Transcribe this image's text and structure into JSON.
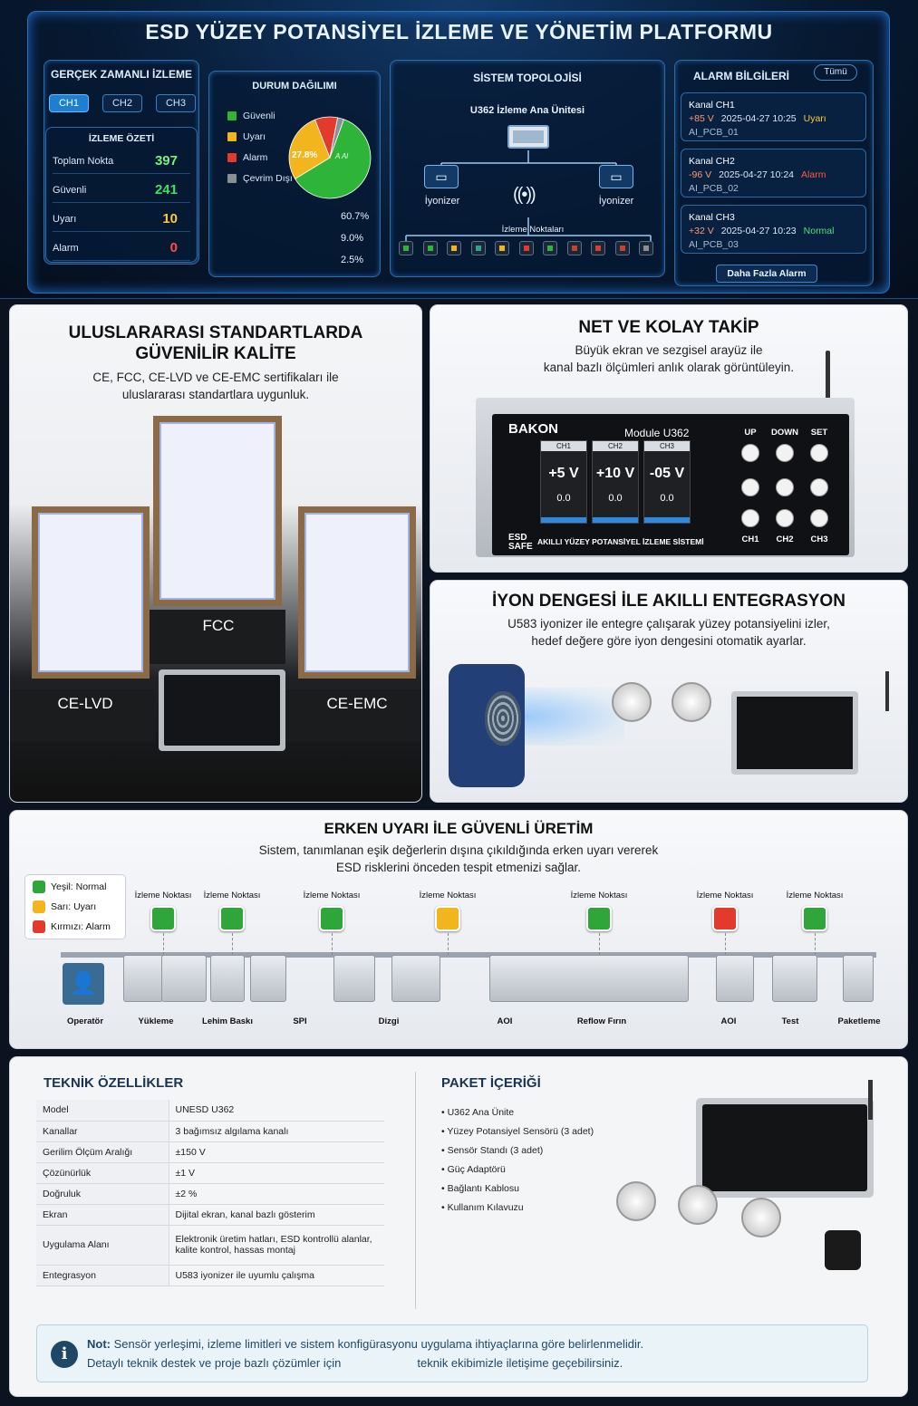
{
  "dashboard": {
    "title": "ESD YÜZEY POTANSİYEL İZLEME VE YÖNETİM PLATFORMU",
    "realtime": {
      "title": "GERÇEK ZAMANLI İZLEME",
      "channels": [
        "CH1",
        "CH2",
        "CH3"
      ],
      "active_channel": "CH1",
      "summary_title": "İZLEME ÖZETİ",
      "rows": [
        {
          "label": "Toplam Nokta",
          "value": "397",
          "color": "#7cf07a"
        },
        {
          "label": "Güvenli",
          "value": "241",
          "color": "#3ee06a"
        },
        {
          "label": "Uyarı",
          "value": "10",
          "color": "#ffc93a"
        },
        {
          "label": "Alarm",
          "value": "0",
          "color": "#ff4b4b"
        }
      ]
    },
    "distribution": {
      "title": "DURUM DAĞILIMI",
      "legend": [
        {
          "label": "Güvenli",
          "color": "#2fb43a"
        },
        {
          "label": "Uyarı",
          "color": "#f2b51e"
        },
        {
          "label": "Alarm",
          "color": "#e23b2e"
        },
        {
          "label": "Çevrim Dışı",
          "color": "#8a8f96"
        }
      ],
      "slice_label": "27.8%",
      "center_label": "A Al",
      "percentages": [
        "60.7%",
        "9.0%",
        "2.5%"
      ],
      "slices": [
        {
          "name": "Güvenli",
          "value": 60.7
        },
        {
          "name": "Uyarı",
          "value": 27.8
        },
        {
          "name": "Alarm",
          "value": 9.0
        },
        {
          "name": "Çevrim Dışı",
          "value": 2.5
        }
      ]
    },
    "topology": {
      "title": "SİSTEM TOPOLOJİSİ",
      "main_unit": "U362 İzleme Ana Ünitesi",
      "ionizer_left": "İyonizer",
      "ionizer_right": "İyonizer",
      "points_label": "İzleme Noktaları",
      "points": [
        "#2fb43a",
        "#2fb43a",
        "#f2b51e",
        "#2aa58a",
        "#f2b51e",
        "#e23b2e",
        "#2fb43a",
        "#c8412c",
        "#e23b2e",
        "#c8412c",
        "#8a8f96"
      ]
    },
    "alarms": {
      "title": "ALARM BİLGİLERİ",
      "filter": "Tümü",
      "items": [
        {
          "channel": "Kanal CH1",
          "value": "+85 V",
          "time": "2025-04-27 10:25",
          "status": "Uyarı",
          "status_color": "#ffc93a",
          "source": "AI_PCB_01"
        },
        {
          "channel": "Kanal CH2",
          "value": "-96 V",
          "time": "2025-04-27 10:24",
          "status": "Alarm",
          "status_color": "#ff5a3a",
          "source": "AI_PCB_02"
        },
        {
          "channel": "Kanal CH3",
          "value": "+32 V",
          "time": "2025-04-27 10:23",
          "status": "Normal",
          "status_color": "#4fe07a",
          "source": "AI_PCB_03"
        }
      ],
      "more": "Daha Fazla Alarm"
    }
  },
  "cert": {
    "title1": "ULUSLARARASI STANDARTLARDA",
    "title2": "GÜVENİLİR KALİTE",
    "text1": "CE, FCC, CE-LVD ve CE-EMC sertifikaları ile",
    "text2": "uluslararası standartlara uygunluk.",
    "labels": {
      "fcc": "FCC",
      "lvd": "CE-LVD",
      "emc": "CE-EMC"
    }
  },
  "tracking": {
    "title": "NET VE KOLAY TAKİP",
    "text1": "Büyük ekran ve sezgisel arayüz ile",
    "text2": "kanal bazlı ölçümleri anlık olarak görüntüleyin.",
    "device": {
      "brand": "BAKON",
      "model": "Module U362",
      "footer": "AKILLI YÜZEY POTANSİYEL İZLEME SİSTEMİ",
      "logo": "ESD SAFE",
      "keys_top": [
        "UP",
        "DOWN",
        "SET"
      ],
      "keys_bottom": [
        "CH1",
        "CH2",
        "CH3"
      ],
      "channels": [
        {
          "name": "CH1",
          "value": "+5",
          "unit": "V",
          "sub": "0.0"
        },
        {
          "name": "CH2",
          "value": "+10",
          "unit": "V",
          "sub": "0.0"
        },
        {
          "name": "CH3",
          "value": "-05",
          "unit": "V",
          "sub": "0.0"
        }
      ]
    }
  },
  "ion": {
    "title": "İYON DENGESİ İLE AKILLI ENTEGRASYON",
    "text1": "U583 iyonizer ile entegre çalışarak yüzey potansiyelini izler,",
    "text2": "hedef değere göre iyon dengesini otomatik ayarlar."
  },
  "early": {
    "title": "ERKEN UYARI İLE GÜVENLİ ÜRETİM",
    "text1": "Sistem, tanımlanan eşik değerlerin dışına çıkıldığında erken uyarı vererek",
    "text2": "ESD risklerini önceden tespit etmenizi sağlar.",
    "legend": [
      {
        "label": "Yeşil: Normal",
        "color": "#2fa53a"
      },
      {
        "label": "Sarı: Uyarı",
        "color": "#f2b51e"
      },
      {
        "label": "Kırmızı: Alarm",
        "color": "#e23b2e"
      }
    ],
    "point_label": "İzleme Noktası",
    "points": [
      "#2fa53a",
      "#2fa53a",
      "#2fa53a",
      "#f2b51e",
      "#2fa53a",
      "#e23b2e",
      "#2fa53a"
    ],
    "stations": [
      "Operatör",
      "Yükleme",
      "Lehim Baskı",
      "SPI",
      "Dizgi",
      "AOI",
      "Reflow Fırın",
      "AOI",
      "Test",
      "Paketleme"
    ]
  },
  "specs": {
    "title": "TEKNİK ÖZELLİKLER",
    "rows": [
      [
        "Model",
        "UNESD U362"
      ],
      [
        "Kanallar",
        "3 bağımsız algılama kanalı"
      ],
      [
        "Gerilim Ölçüm Aralığı",
        "±150 V"
      ],
      [
        "Çözünürlük",
        "±1 V"
      ],
      [
        "Doğruluk",
        "±2 %"
      ],
      [
        "Ekran",
        "Dijital ekran, kanal bazlı gösterim"
      ],
      [
        "Uygulama Alanı",
        "Elektronik üretim hatları, ESD kontrollü alanlar, kalite kontrol, hassas montaj"
      ],
      [
        "Entegrasyon",
        "U583 iyonizer ile uyumlu çalışma"
      ]
    ]
  },
  "package": {
    "title": "PAKET İÇERİĞİ",
    "items": [
      "U362 Ana Ünite",
      "Yüzey Potansiyel Sensörü (3 adet)",
      "Sensör Standı (3 adet)",
      "Güç Adaptörü",
      "Bağlantı Kablosu",
      "Kullanım Kılavuzu"
    ]
  },
  "note": {
    "label": "Not:",
    "line1": "Sensör yerleşimi, izleme limitleri ve sistem konfigürasyonu uygulama ihtiyaçlarına göre belirlenmelidir.",
    "line2a": "Detaylı teknik destek ve proje bazlı çözümler için",
    "line2b": "teknik ekibimizle iletişime geçebilirsiniz."
  }
}
